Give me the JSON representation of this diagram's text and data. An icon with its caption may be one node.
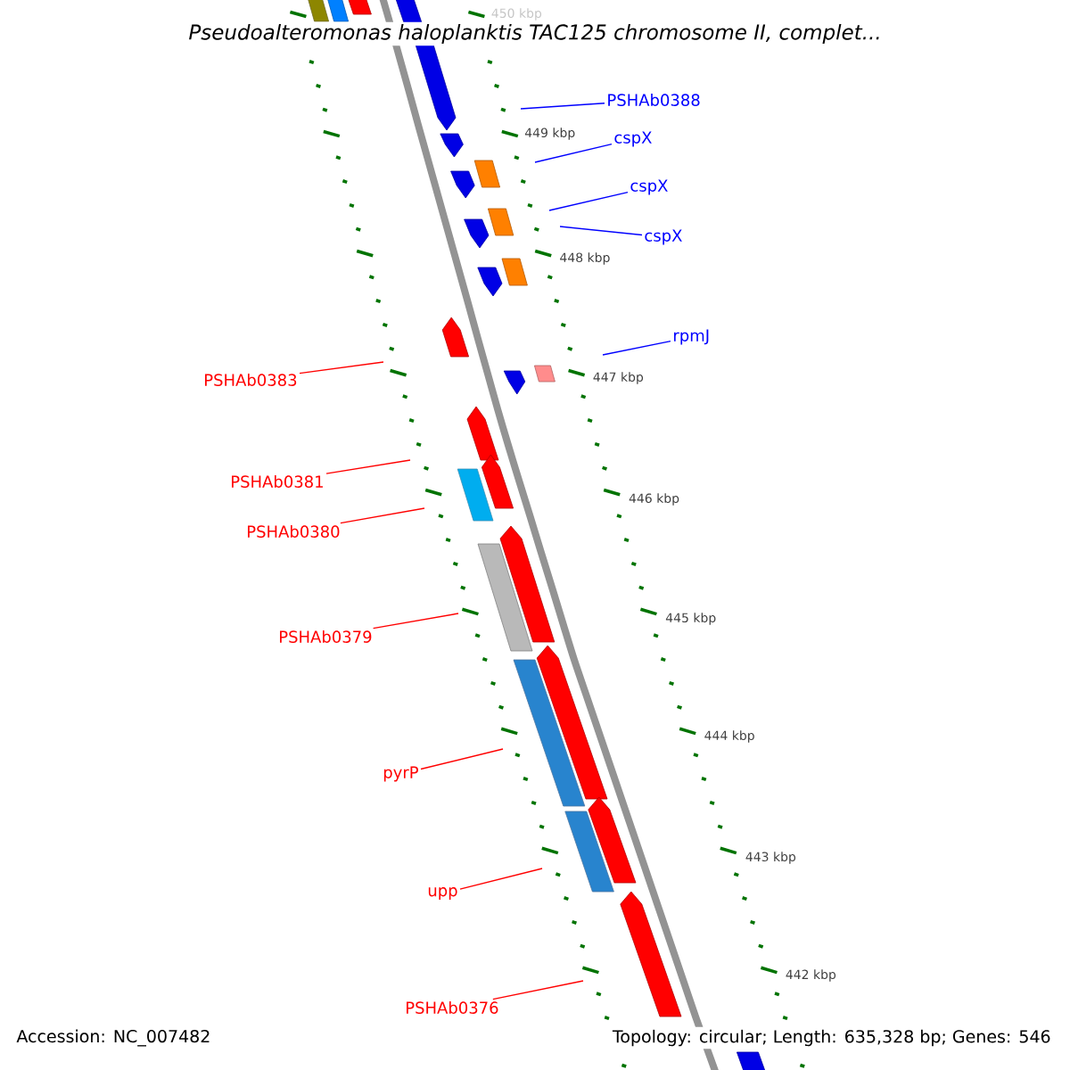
{
  "diagram": {
    "title": "Pseudoalteromonas haloplanktis TAC125 chromosome II, complet...",
    "nodes": [
      {
        "text": [
          "PSHAb0388"
        ]
      },
      {
        "text": [
          "cspX"
        ]
      },
      {
        "text": [
          "cspX"
        ]
      },
      {
        "text": [
          "cspX"
        ]
      },
      {
        "text": [
          "rpmJ"
        ]
      },
      {
        "text": [
          "PSHAb0383"
        ]
      },
      {
        "text": [
          "PSHAb0381"
        ]
      },
      {
        "text": [
          "PSHAb0380"
        ]
      },
      {
        "text": [
          "PSHAb0379"
        ]
      },
      {
        "text": [
          "pyrP"
        ]
      },
      {
        "text": [
          "upp"
        ]
      },
      {
        "text": [
          "PSHAb0376"
        ]
      }
    ],
    "edges": [
      {
        "from": 0,
        "to": null,
        "arrow": "none",
        "color": "#0000ff"
      },
      {
        "from": 1,
        "to": null,
        "arrow": "none",
        "color": "#0000ff"
      },
      {
        "from": 2,
        "to": null,
        "arrow": "none",
        "color": "#0000ff"
      },
      {
        "from": 3,
        "to": null,
        "arrow": "none",
        "color": "#0000ff"
      },
      {
        "from": 4,
        "to": null,
        "arrow": "none",
        "color": "#0000ff"
      },
      {
        "from": 5,
        "to": null,
        "arrow": "none"
      },
      {
        "from": 6,
        "to": null,
        "arrow": "none"
      },
      {
        "from": 7,
        "to": null,
        "arrow": "none"
      },
      {
        "from": 8,
        "to": null,
        "arrow": "none"
      },
      {
        "from": 9,
        "to": null,
        "arrow": "none"
      },
      {
        "from": 10,
        "to": null,
        "arrow": "none"
      },
      {
        "from": 11,
        "to": null,
        "arrow": "none"
      }
    ],
    "labels": [
      "450 kbp",
      "449 kbp",
      "448 kbp",
      "447 kbp",
      "446 kbp",
      "445 kbp",
      "444 kbp",
      "443 kbp",
      "442 kbp",
      "Accession: NC_007482",
      "Topology: circular; Length: 635,328 bp; Genes: 546"
    ]
  }
}
